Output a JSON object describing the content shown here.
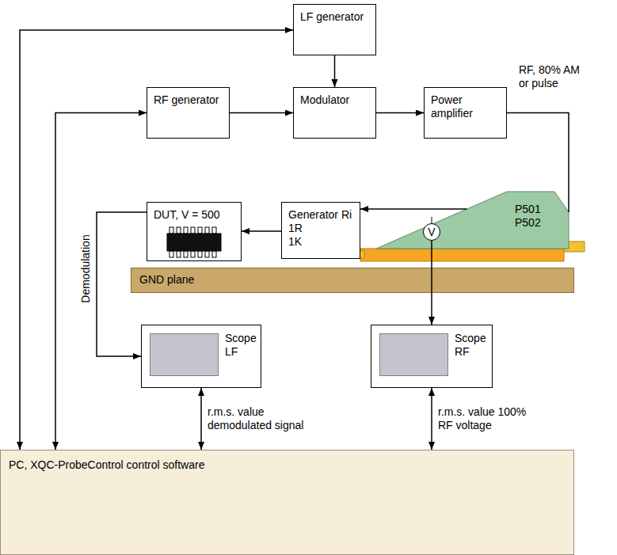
{
  "diagram": {
    "nodes": [
      {
        "text": [
          "LF generator"
        ]
      },
      {
        "text": [
          "RF generator"
        ]
      },
      {
        "text": [
          "Modulator"
        ]
      },
      {
        "text": [
          "Power amplifier"
        ]
      },
      {
        "text": [
          "DUT, V = 500"
        ]
      },
      {
        "text": [
          "Generator Ri",
          "1R",
          "1K"
        ]
      },
      {
        "text": [
          "P501",
          "P502"
        ]
      },
      {
        "text": [
          "V"
        ],
        "in": 6
      },
      {
        "text": [
          "GND plane"
        ]
      },
      {
        "text": [
          "Scope LF"
        ]
      },
      {
        "text": [
          "Scope RF"
        ]
      },
      {
        "text": [
          "PC, XQC-ProbeControl control software"
        ]
      }
    ],
    "edges": [
      {
        "from": 11,
        "to": 0,
        "arrow": "both"
      },
      {
        "from": 11,
        "to": 1,
        "arrow": "both"
      },
      {
        "from": 0,
        "to": 2,
        "arrow": "to"
      },
      {
        "from": 1,
        "to": 2,
        "arrow": "to"
      },
      {
        "from": 2,
        "to": 3,
        "arrow": "to"
      },
      {
        "from": 3,
        "to": 6,
        "label": "RF, 80% AM or pulse",
        "arrow": "none"
      },
      {
        "from": 6,
        "to": 5,
        "arrow": "to"
      },
      {
        "from": 5,
        "to": 4,
        "arrow": "to"
      },
      {
        "from": 4,
        "to": 9,
        "label": "Demodulation",
        "arrow": "to"
      },
      {
        "from": 7,
        "to": 10,
        "arrow": "to"
      },
      {
        "from": 9,
        "to": 11,
        "label": "r.m.s. value demodulated signal",
        "arrow": "both"
      },
      {
        "from": 10,
        "to": 11,
        "label": "r.m.s. value 100% RF voltage",
        "arrow": "both"
      }
    ]
  }
}
